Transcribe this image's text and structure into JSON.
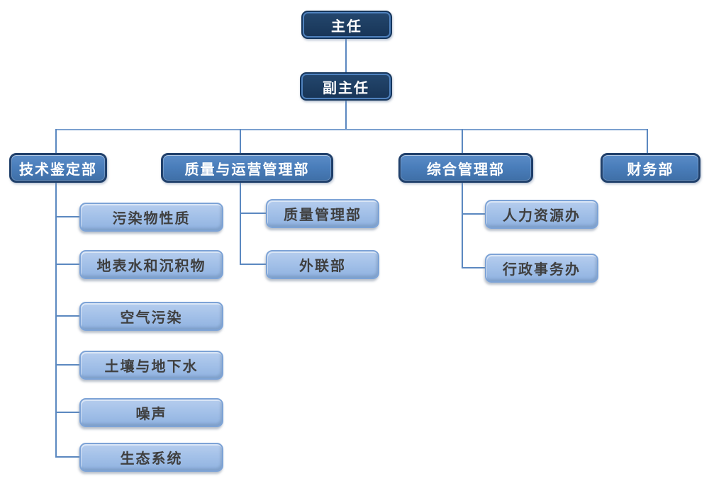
{
  "org_chart": {
    "type": "organization-chart",
    "background_color": "#ffffff",
    "colors": {
      "level1_fill": "#1d3d61",
      "level1_border": "#16365c",
      "level1_inner_line": "#4f81bd",
      "level1_text": "#ffffff",
      "level2_fill": "#4a7ebb",
      "level2_border": "#20406b",
      "level2_text": "#ffffff",
      "level3_fill": "#a2c0e8",
      "level3_border": "#7da3d6",
      "level3_text": "#3f3f3f",
      "connector": "#5b88c0"
    },
    "root": {
      "label": "主任"
    },
    "deputy": {
      "label": "副主任"
    },
    "departments": [
      {
        "label": "技术鉴定部",
        "children": [
          "污染物性质",
          "地表水和沉积物",
          "空气污染",
          "土壤与地下水",
          "噪声",
          "生态系统"
        ]
      },
      {
        "label": "质量与运营管理部",
        "children": [
          "质量管理部",
          "外联部"
        ]
      },
      {
        "label": "综合管理部",
        "children": [
          "人力资源办",
          "行政事务办"
        ]
      },
      {
        "label": "财务部",
        "children": []
      }
    ]
  }
}
